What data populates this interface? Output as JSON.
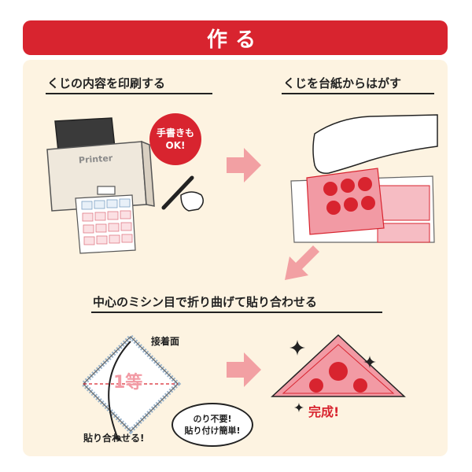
{
  "header": {
    "title": "作る"
  },
  "steps": {
    "print_label": "くじの内容を印刷する",
    "peel_label": "くじを台紙からはがす",
    "fold_label": "中心のミシン目で折り曲げて貼り合わせる"
  },
  "printer": {
    "brand": "Printer"
  },
  "bubble": {
    "line1": "手書きも",
    "line2": "OK!"
  },
  "fold": {
    "adhesive_label": "接着面",
    "grade_label": "1等",
    "paste_label": "貼り合わせる!"
  },
  "speech": {
    "line1": "のり不要!",
    "line2": "貼り付け簡単!"
  },
  "done": {
    "label": "完成!"
  },
  "colors": {
    "accent": "#d8242f",
    "panel": "#fdf3e1",
    "arrow": "#f2a0a3",
    "ticket": "#f29aa4"
  },
  "icons": [
    "printer-icon",
    "pen-hand-icon",
    "peeling-hand-icon",
    "arrow-right-icon",
    "arrow-down-left-icon",
    "sparkle-icon"
  ]
}
